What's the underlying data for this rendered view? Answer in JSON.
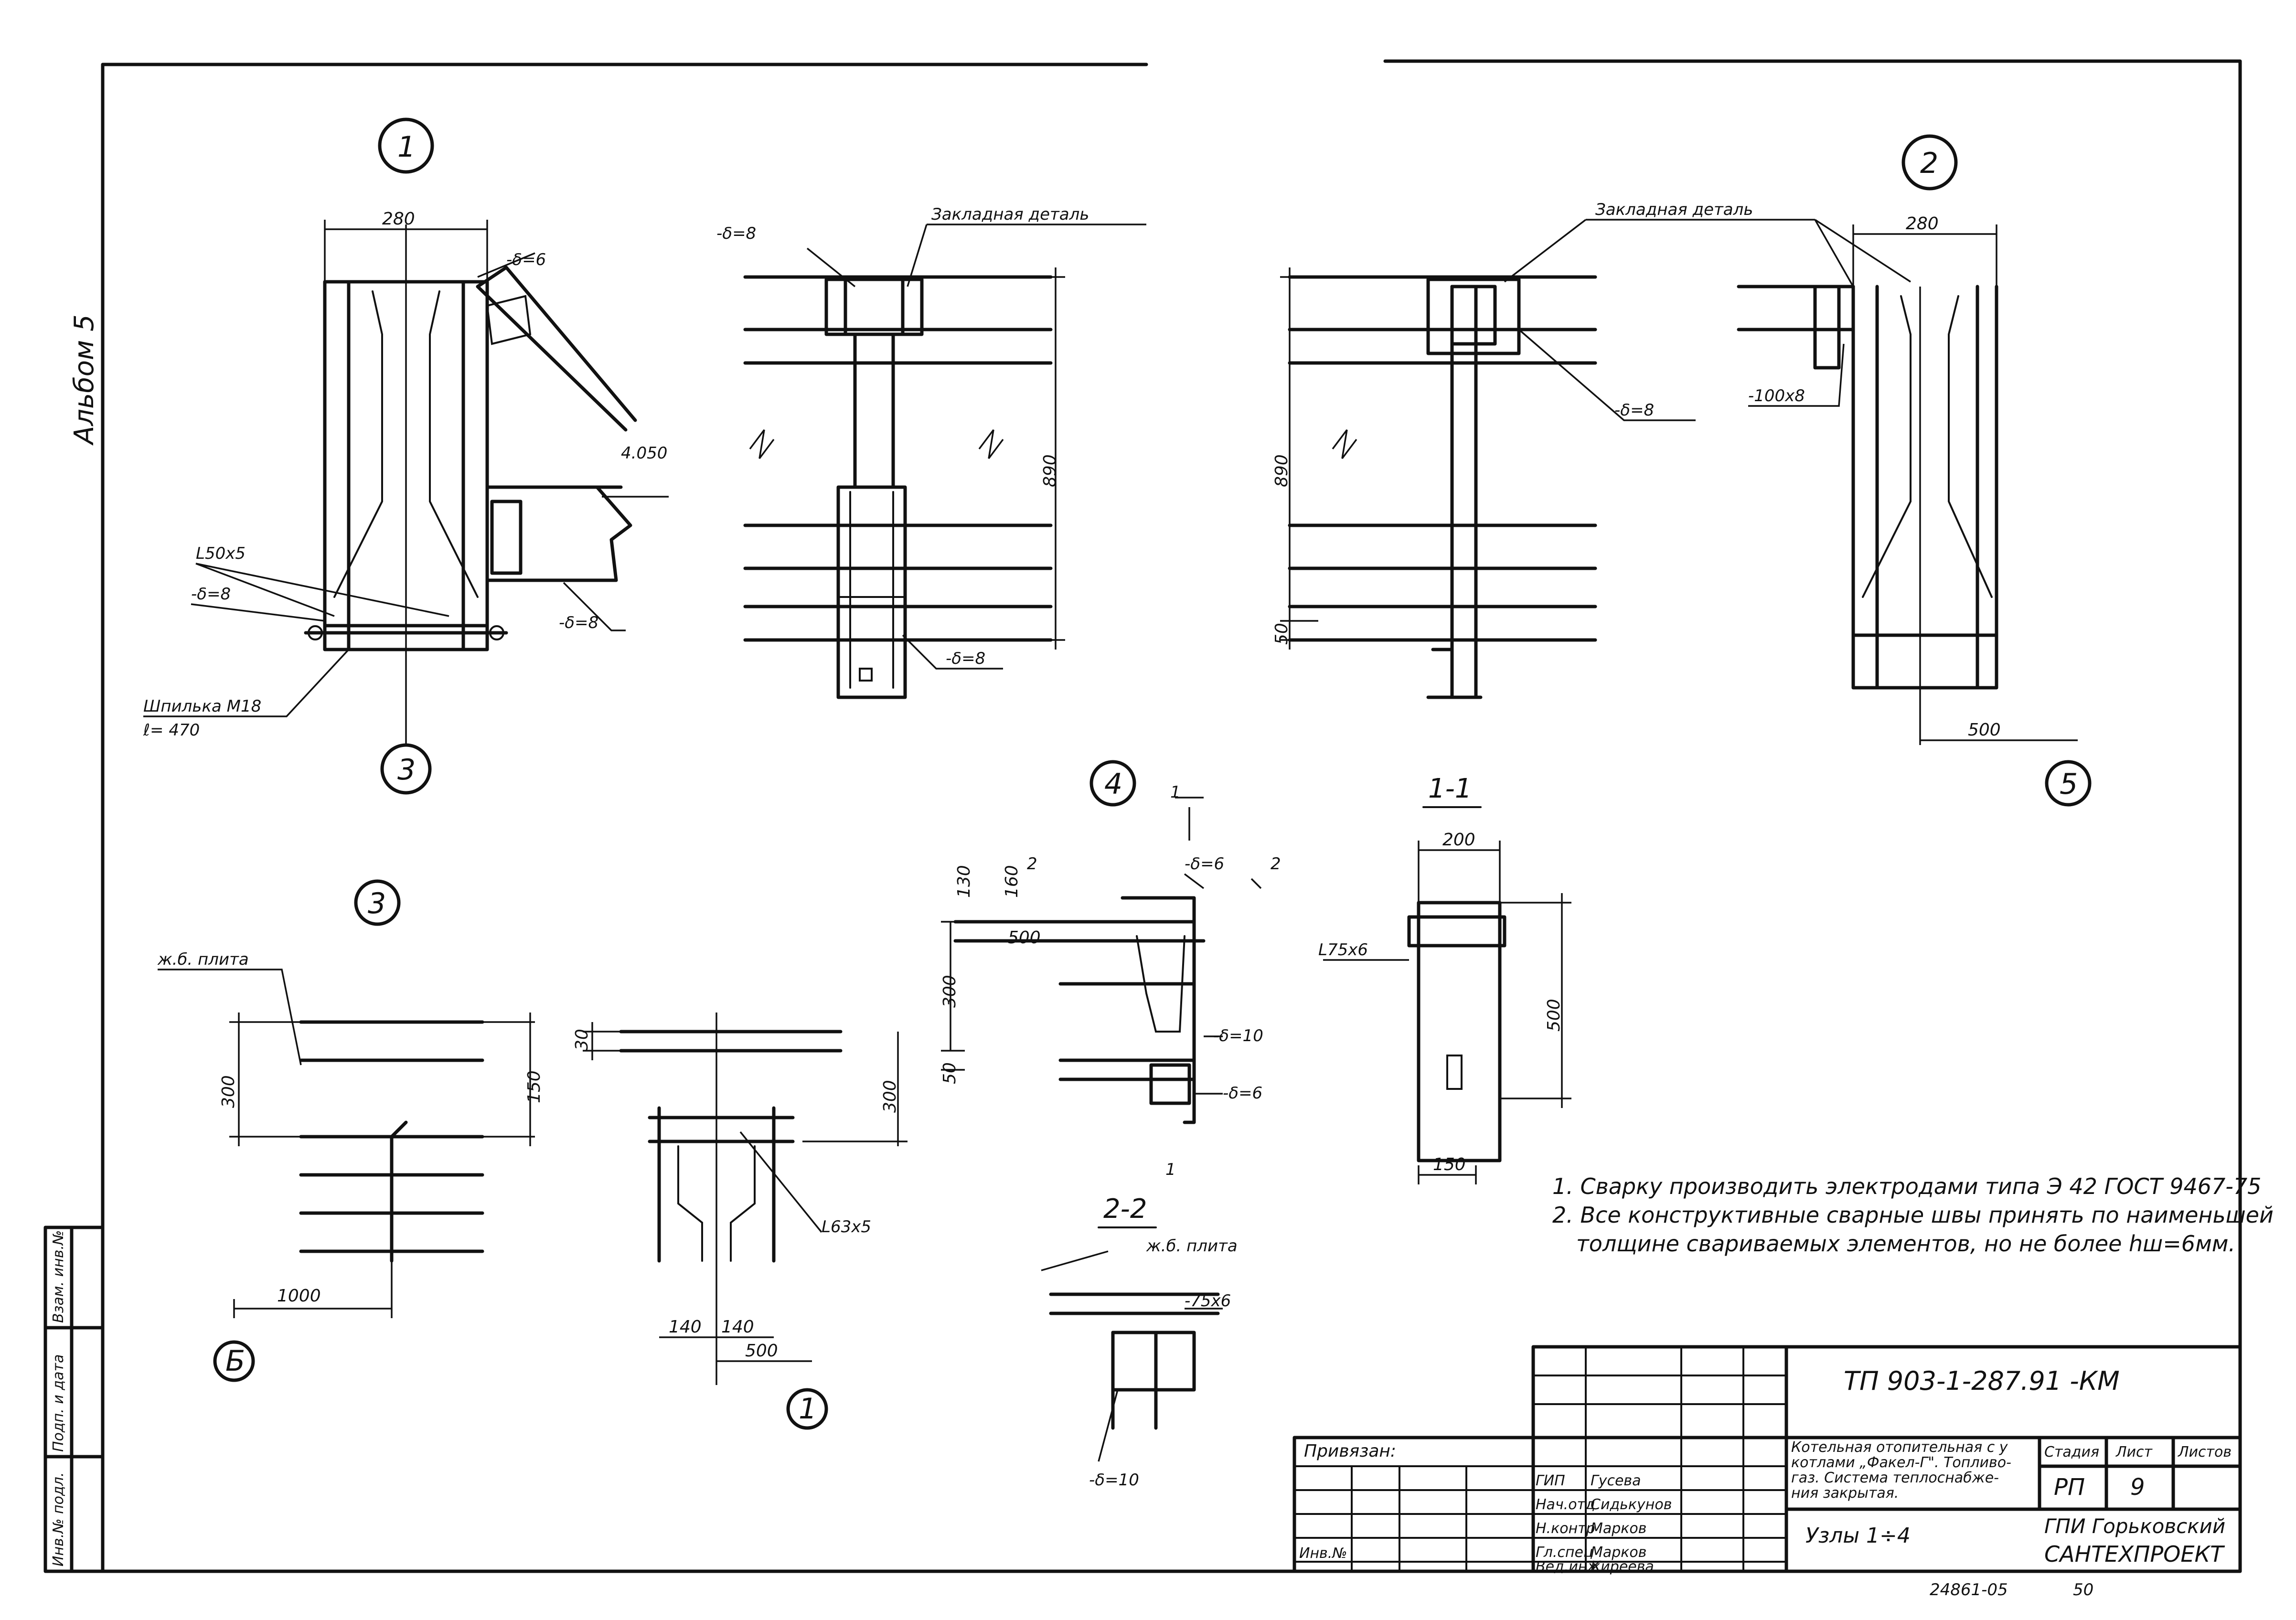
{
  "album": "Альбом 5",
  "side_stamp": [
    "Инв.№ подл.",
    "Подп. и дата",
    "Взам. инв.№"
  ],
  "marks": {
    "n1": "1",
    "n2": "2",
    "n3": "3",
    "n4": "4",
    "n5": "5",
    "n1b": "1",
    "nB": "Б"
  },
  "labels": {
    "delta6": "-δ=6",
    "delta8": "-δ=8",
    "delta10": "-δ=10",
    "zakladnaya": "Закладная деталь",
    "angle50": "L50x5",
    "angle63": "L63x5",
    "angle75": "L75x6",
    "strip75": "-75x6",
    "strip100": "-100x8",
    "stud": "Шпилька М18",
    "stud_len": "ℓ= 470",
    "level": "4.050",
    "plate": "ж.б. плита",
    "section11": "1-1",
    "section22": "2-2",
    "cut1": "1",
    "cut2": "2"
  },
  "dims": {
    "d280a": "280",
    "d280b": "280",
    "d890a": "890",
    "d890b": "890",
    "d50a": "50",
    "d50b": "50",
    "d500a": "500",
    "d500b": "500",
    "d500c": "500",
    "d300a": "300",
    "d300b": "300",
    "d300c": "300",
    "d150a": "150",
    "d150b": "150",
    "d30": "30",
    "d1000": "1000",
    "d140a": "140",
    "d140b": "140",
    "d200": "200",
    "d130": "130",
    "d160": "160",
    "d500s": "500"
  },
  "notes": [
    "1. Сварку производить электродами типа Э 42 ГОСТ 9467-75",
    "2. Все конструктивные сварные швы принять по наименьшей",
    "толщине свариваемых элементов, но не более hш=6мм."
  ],
  "title_block": {
    "doc_code": "ТП 903-1-287.91 -КМ",
    "project": [
      "Котельная отопительная с у",
      "котлами „Факел-Г\". Топливо-",
      "газ. Система теплоснабже-",
      "ния закрытая."
    ],
    "sheet_title": "Узлы 1÷4",
    "stage_h": "Стадия",
    "sheet_h": "Лист",
    "sheets_h": "Листов",
    "stage": "РП",
    "sheet": "9",
    "org": [
      "ГПИ Горьковский",
      "САНТЕХПРОЕКТ"
    ],
    "privyazan": "Привязан:",
    "inv": "Инв.№",
    "roles": [
      "ГИП",
      "Нач.отд",
      "Н.контр",
      "Гл.спец",
      "Вед.инж"
    ],
    "names": [
      "Гусева",
      "Сидькунов",
      "Марков",
      "Марков",
      "Киреева"
    ]
  },
  "footer": {
    "code": "24861-05",
    "page": "50"
  }
}
